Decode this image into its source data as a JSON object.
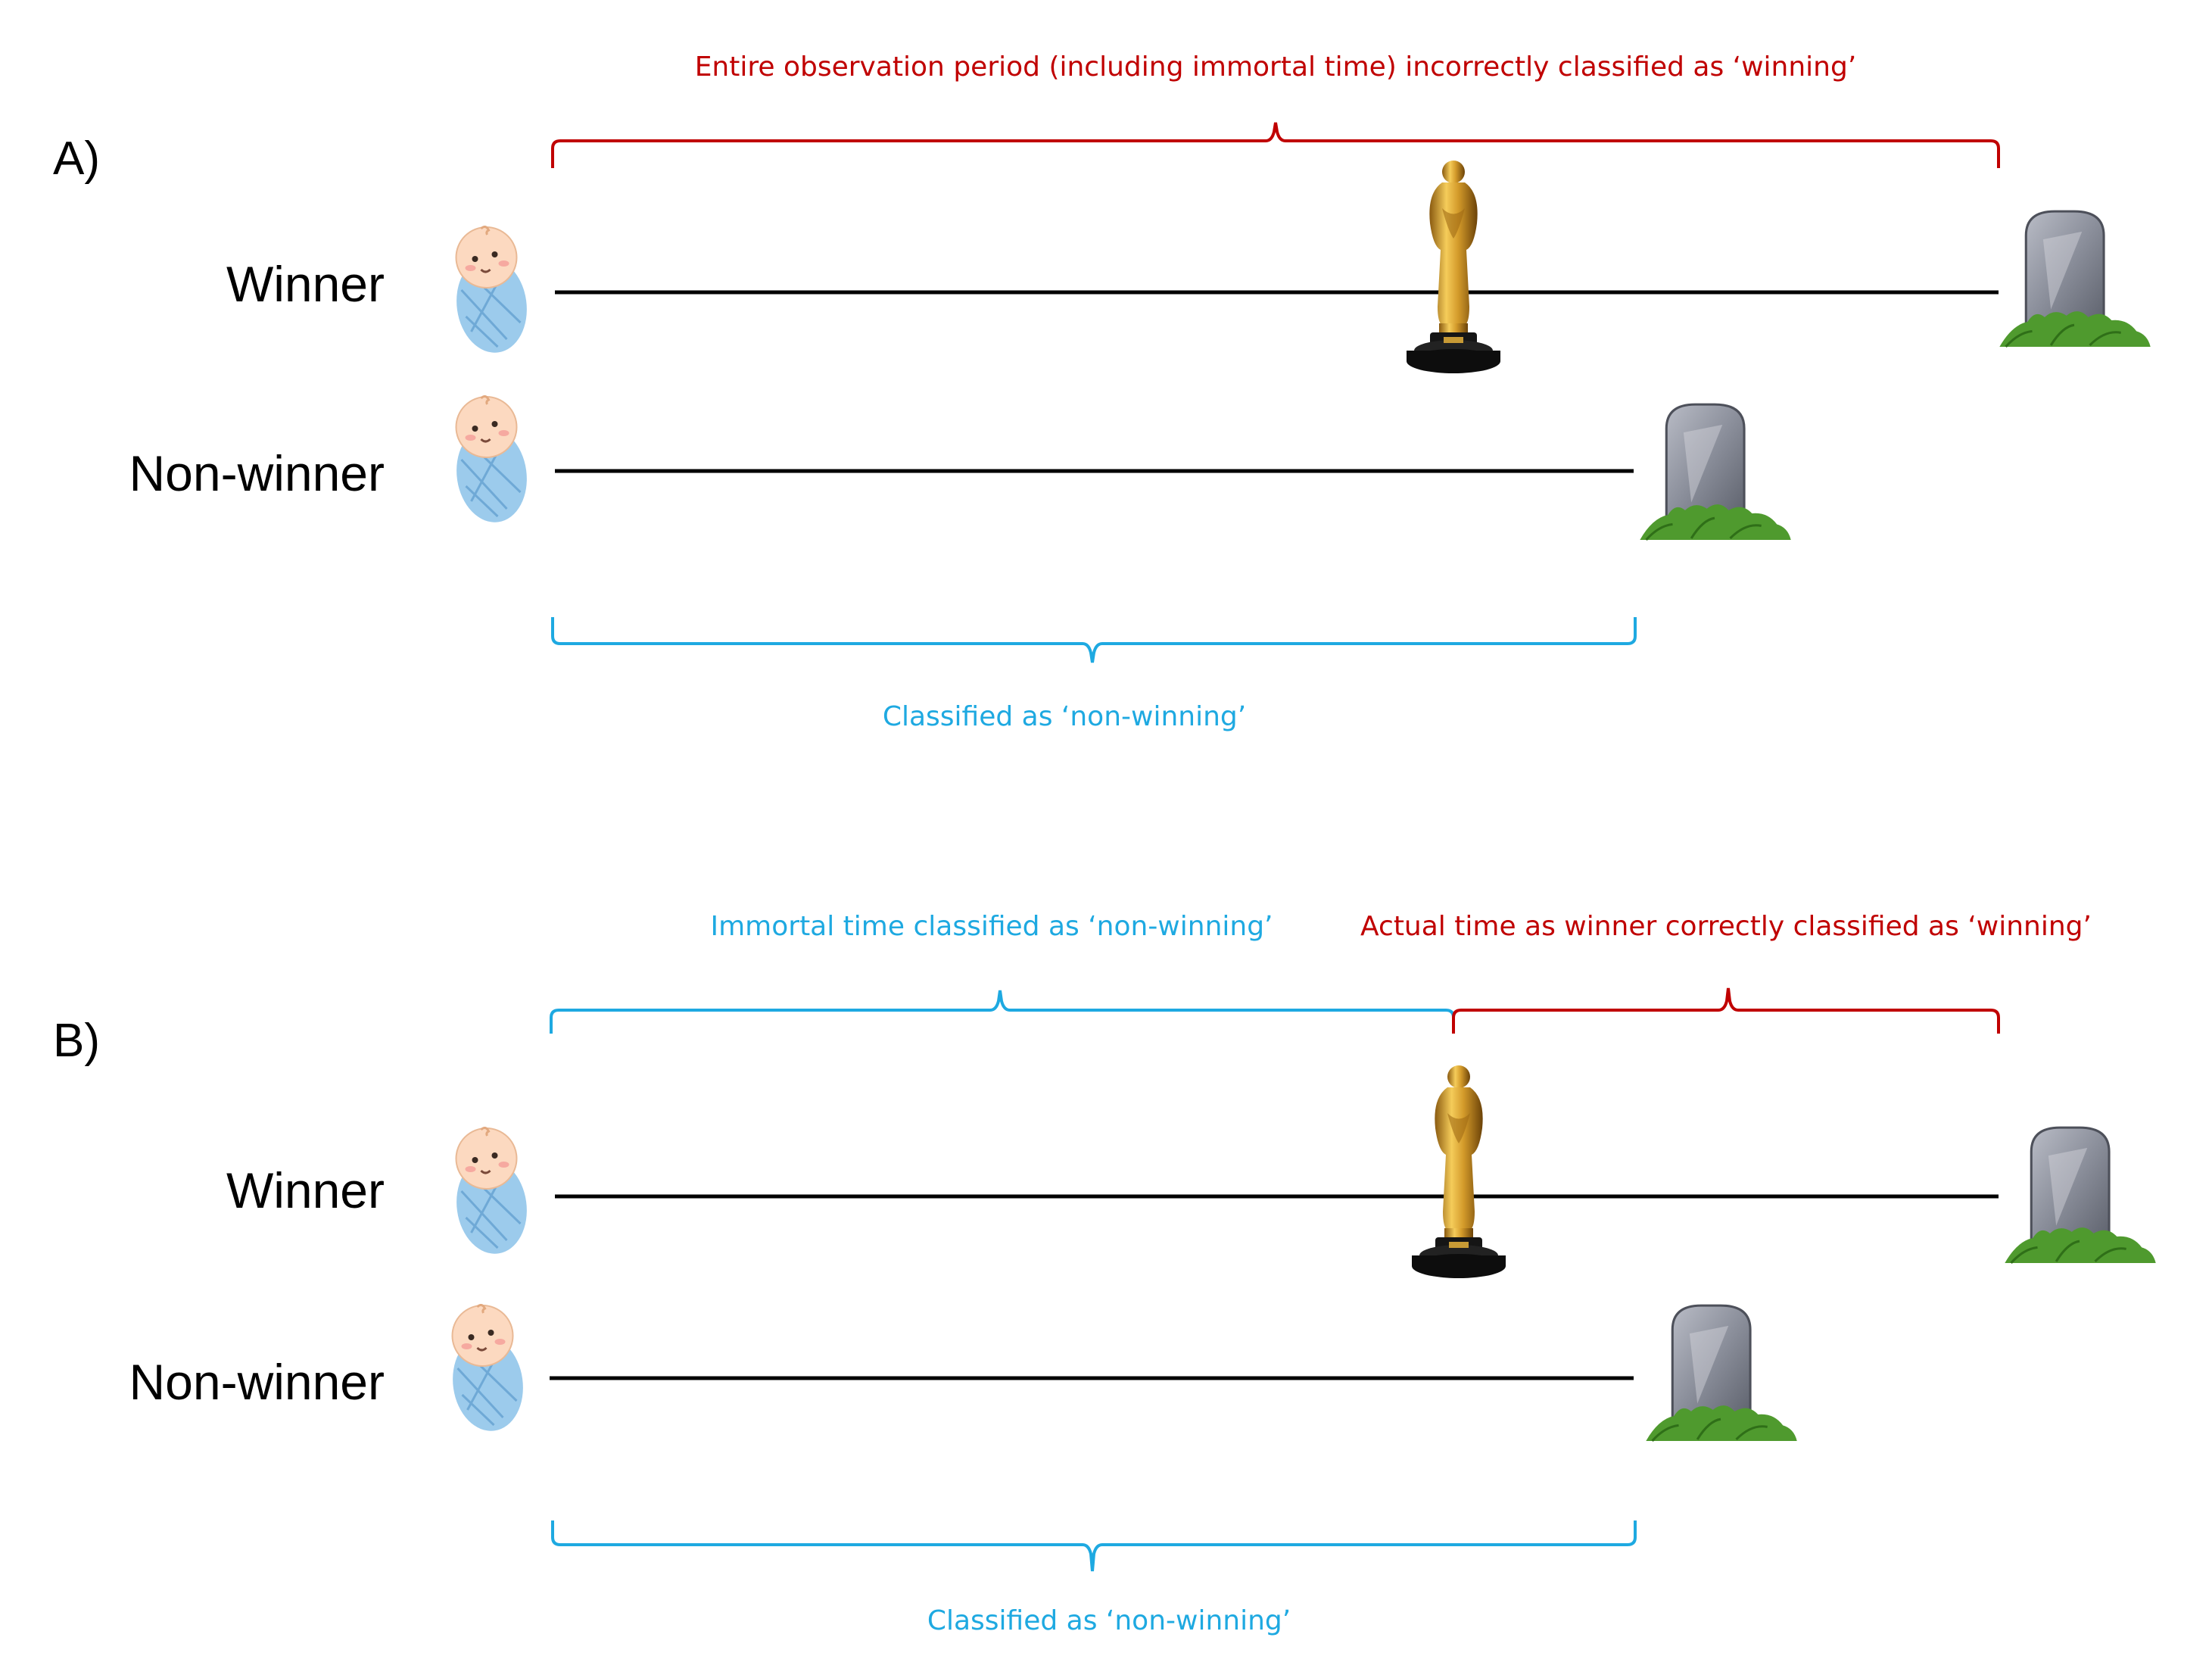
{
  "panel_a": {
    "label": "A)",
    "top_annotation": "Entire observation period (including immortal time) incorrectly classified as ‘winning’",
    "bottom_annotation": "Classified as ‘non-winning’",
    "rows": [
      {
        "label": "Winner"
      },
      {
        "label": "Non-winner"
      }
    ]
  },
  "panel_b": {
    "label": "B)",
    "top_left_annotation": "Immortal time classified as ‘non-winning’",
    "top_right_annotation": "Actual time as winner correctly classified as ‘winning’",
    "bottom_annotation": "Classified as ‘non-winning’",
    "rows": [
      {
        "label": "Winner"
      },
      {
        "label": "Non-winner"
      }
    ]
  },
  "icons": {
    "birth": "baby-icon",
    "award": "oscar-statuette-icon",
    "death": "gravestone-icon"
  },
  "colors": {
    "red": "#c00000",
    "blue": "#1ea9e1",
    "line": "#000000"
  }
}
